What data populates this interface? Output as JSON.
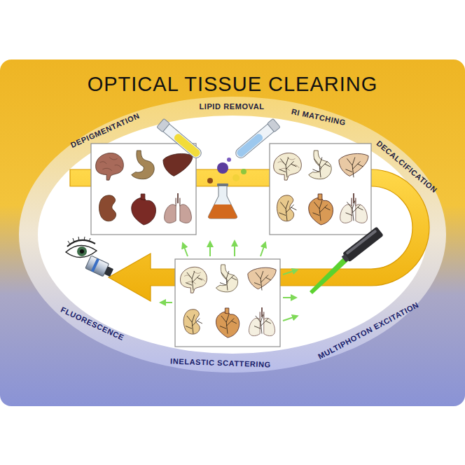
{
  "diagram": {
    "title": "OPTICAL TISSUE CLEARING",
    "labels": [
      "DEPIGMENTATION",
      "LIPID REMOVAL",
      "RI MATCHING",
      "DECALCIFICATION",
      "FLUORESCENCE",
      "INELASTIC SCATTERING",
      "MULTIPHOTON EXCITATION"
    ]
  }
}
